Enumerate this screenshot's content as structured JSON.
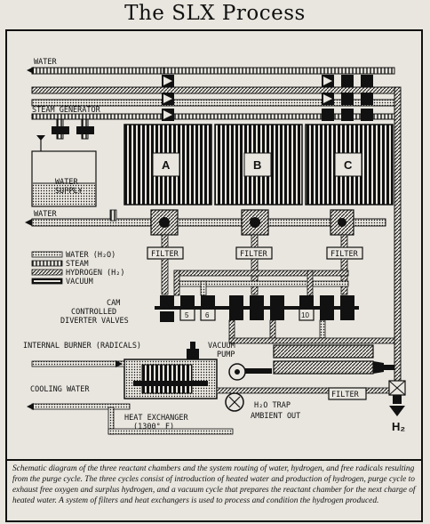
{
  "title": "The SLX Process",
  "labels": {
    "water_in": "WATER",
    "steam_generator": "STEAM GENERATOR",
    "water_supply": "WATER SUPPLY",
    "water_out": "WATER",
    "chamber_a": "A",
    "chamber_b": "B",
    "chamber_c": "C",
    "filter_a": "FILTER",
    "filter_b": "FILTER",
    "filter_c": "FILTER",
    "filter_bottom": "FILTER",
    "cam_valves": "CAM CONTROLLED DIVERTER VALVES",
    "internal_burner": "INTERNAL BURNER (RADICALS)",
    "vacuum_pump": "VACUUM PUMP",
    "cooling_water": "COOLING WATER",
    "heat_exchanger": "HEAT EXCHANGER (1300° F)",
    "h2o_trap": "H₂O TRAP AMBIENT OUT",
    "h2_out": "H₂"
  },
  "legend": [
    {
      "label": "WATER (H₂O)",
      "pattern": "water"
    },
    {
      "label": "STEAM",
      "pattern": "steam"
    },
    {
      "label": "HYDROGEN (H₂)",
      "pattern": "hydrogen"
    },
    {
      "label": "VACUUM",
      "pattern": "vacuum"
    }
  ],
  "valve_numbers": [
    "5",
    "6",
    "10"
  ],
  "caption": "Schematic diagram of the three reactant chambers and the system routing of water, hydrogen, and free radicals resulting from the purge cycle. The three cycles consist of introduction of heated water and production of hydrogen, purge cycle to exhaust free oxygen and surplus hydrogen, and a vacuum cycle that prepares the reactant chamber for the next charge of heated water. A system of filters and heat exchangers is used to process and condition the hydrogen produced.",
  "colors": {
    "ink": "#111111",
    "paper": "#e9e6df"
  }
}
